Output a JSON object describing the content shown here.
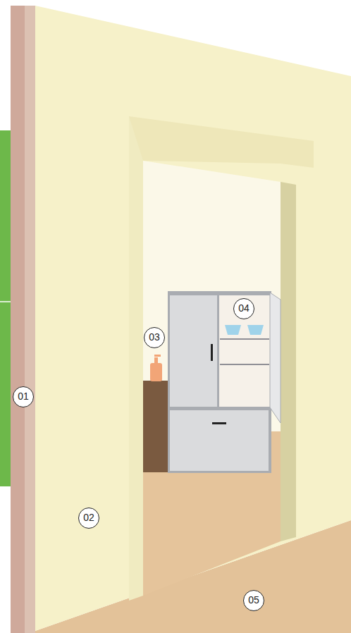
{
  "diagram": {
    "labels": [
      "01",
      "02",
      "03",
      "04",
      "05"
    ]
  }
}
